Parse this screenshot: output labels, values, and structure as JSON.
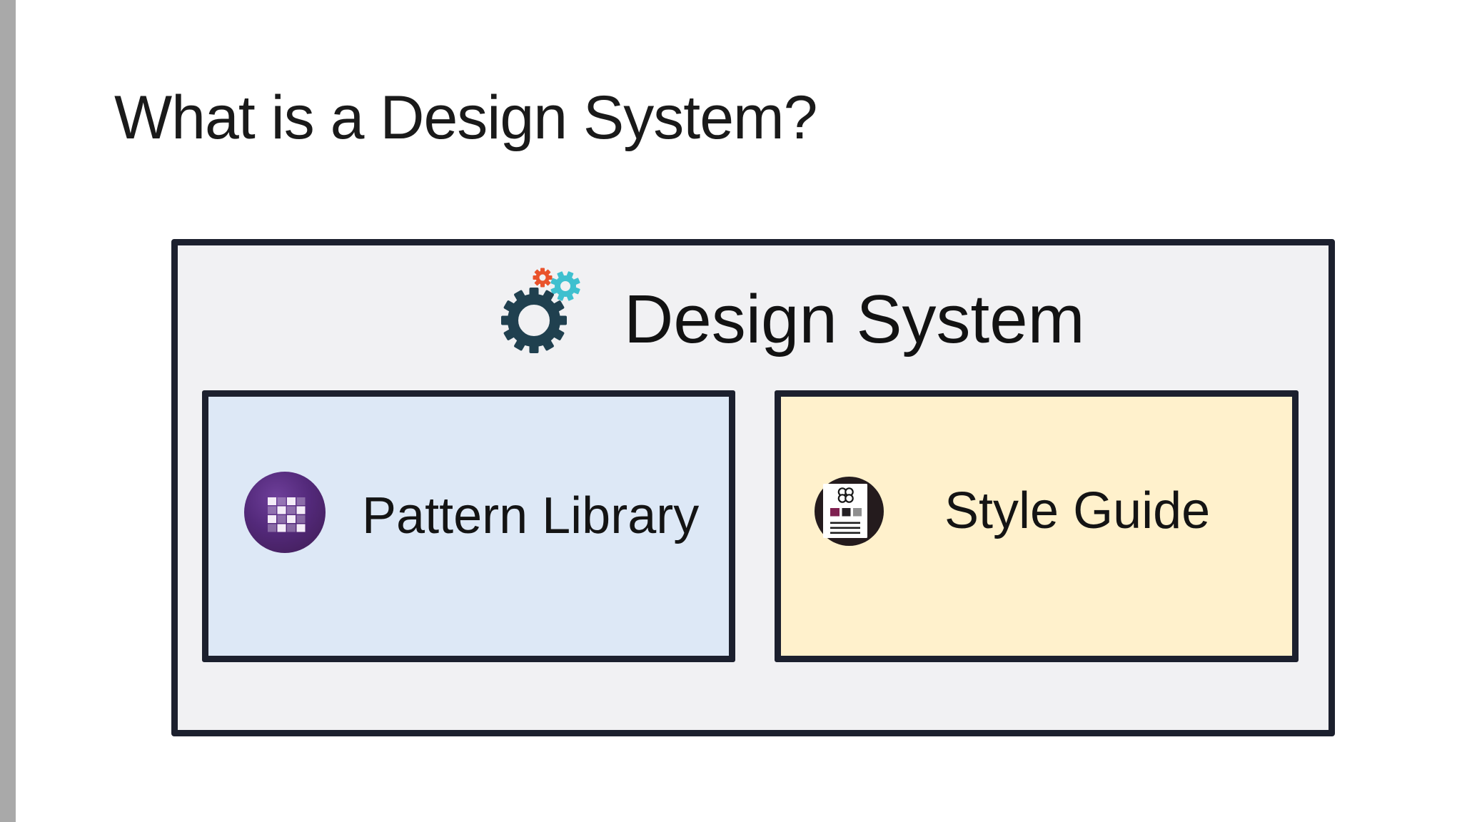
{
  "slide": {
    "title": "What is a Design System?"
  },
  "diagram": {
    "container": {
      "label": "Design System",
      "icon": "gears-icon"
    },
    "children": [
      {
        "label": "Pattern Library",
        "icon": "pattern-swatch-icon",
        "fill": "#dde8f6"
      },
      {
        "label": "Style Guide",
        "icon": "style-guide-document-icon",
        "fill": "#fff1cc"
      }
    ]
  },
  "colors": {
    "edge_strip": "#a9a9a9",
    "container_fill": "#f1f1f3",
    "box_border": "#1c202e",
    "pattern_fill": "#dde8f6",
    "style_fill": "#fff1cc",
    "pattern_square": "#f4ecf8",
    "gear_dark": "#20404f",
    "gear_orange": "#e9532c",
    "gear_cyan": "#3fc0cf",
    "pattern_icon_purple": "#53297a",
    "style_icon_dark": "#241b1d",
    "swatch_maroon": "#7e2050",
    "swatch_black": "#242024",
    "swatch_gray": "#8f8f8f"
  }
}
